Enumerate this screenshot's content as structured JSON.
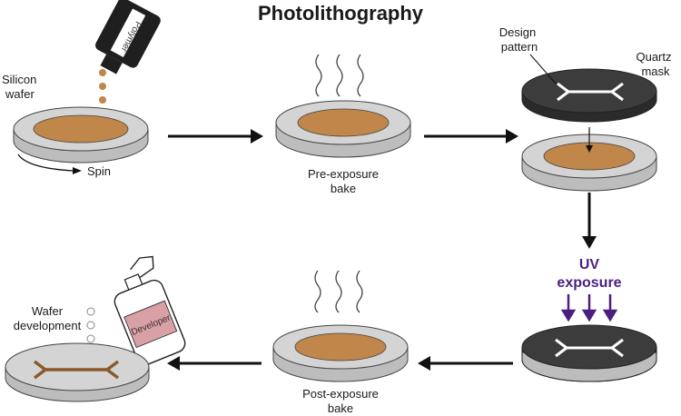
{
  "title": "Photolithography",
  "labels": {
    "polymer": "Polymer",
    "silicon_wafer_line1": "Silicon",
    "silicon_wafer_line2": "wafer",
    "spin": "Spin",
    "pre_exposure_line1": "Pre-exposure",
    "pre_exposure_line2": "bake",
    "design_pattern_line1": "Design",
    "design_pattern_line2": "pattern",
    "quartz_mask_line1": "Quartz",
    "quartz_mask_line2": "mask",
    "uv_line1": "UV",
    "uv_line2": "exposure",
    "post_exposure_line1": "Post-exposure",
    "post_exposure_line2": "bake",
    "wafer_development_line1": "Wafer",
    "wafer_development_line2": "development",
    "developer": "Developer"
  },
  "colors": {
    "wafer_top": "#d4d4d4",
    "wafer_side": "#bdbdbd",
    "polymer": "#c0864a",
    "mask": "#3c3c3c",
    "uv": "#4b1f80",
    "arrow": "#111111",
    "bottle_body": "#1f1f1f",
    "developer_label": "#d9a0a6"
  }
}
